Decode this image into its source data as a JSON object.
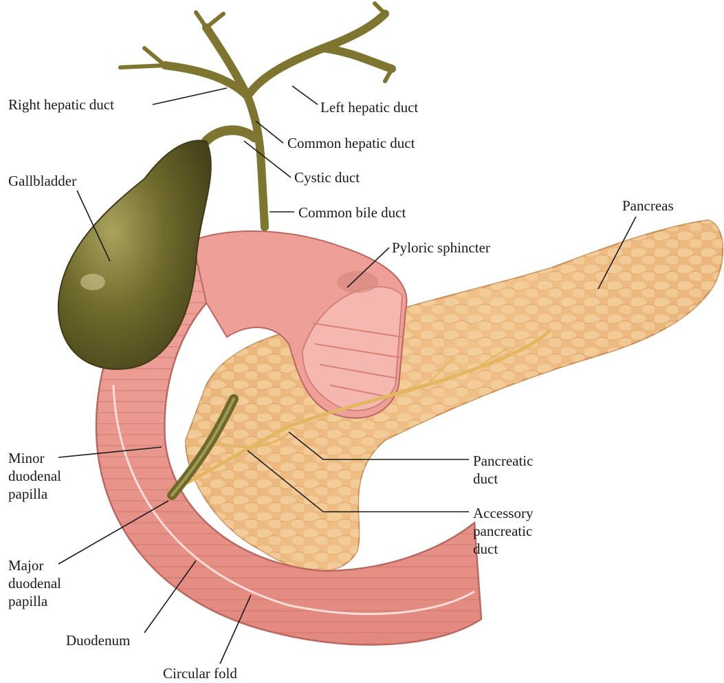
{
  "labels": {
    "right_hepatic_duct": "Right hepatic duct",
    "left_hepatic_duct": "Left hepatic duct",
    "common_hepatic_duct": "Common hepatic duct",
    "cystic_duct": "Cystic duct",
    "gallbladder": "Gallbladder",
    "common_bile_duct": "Common bile duct",
    "pancreas": "Pancreas",
    "pyloric_sphincter": "Pyloric sphincter",
    "minor_duodenal_papilla": [
      "Minor",
      "duodenal",
      "papilla"
    ],
    "pancreatic_duct": [
      "Pancreatic",
      "duct"
    ],
    "accessory_pancreatic_duct": [
      "Accessory",
      "pancreatic",
      "duct"
    ],
    "major_duodenal_papilla": [
      "Major",
      "duodenal",
      "papilla"
    ],
    "duodenum": "Duodenum",
    "circular_fold": "Circular fold"
  },
  "colors": {
    "bile_duct": "#7d7530",
    "gallbladder": "#6f6a2c",
    "duodenum_wall": "#e89a94",
    "duodenum_inner": "#f3b3ab",
    "stomach_lining": "#e8948c",
    "pancreas": "#eab77c",
    "pancreas_lobule": "#f4cf9a",
    "pancreatic_duct": "#e3b760",
    "leader_line": "#1a1a1a"
  }
}
